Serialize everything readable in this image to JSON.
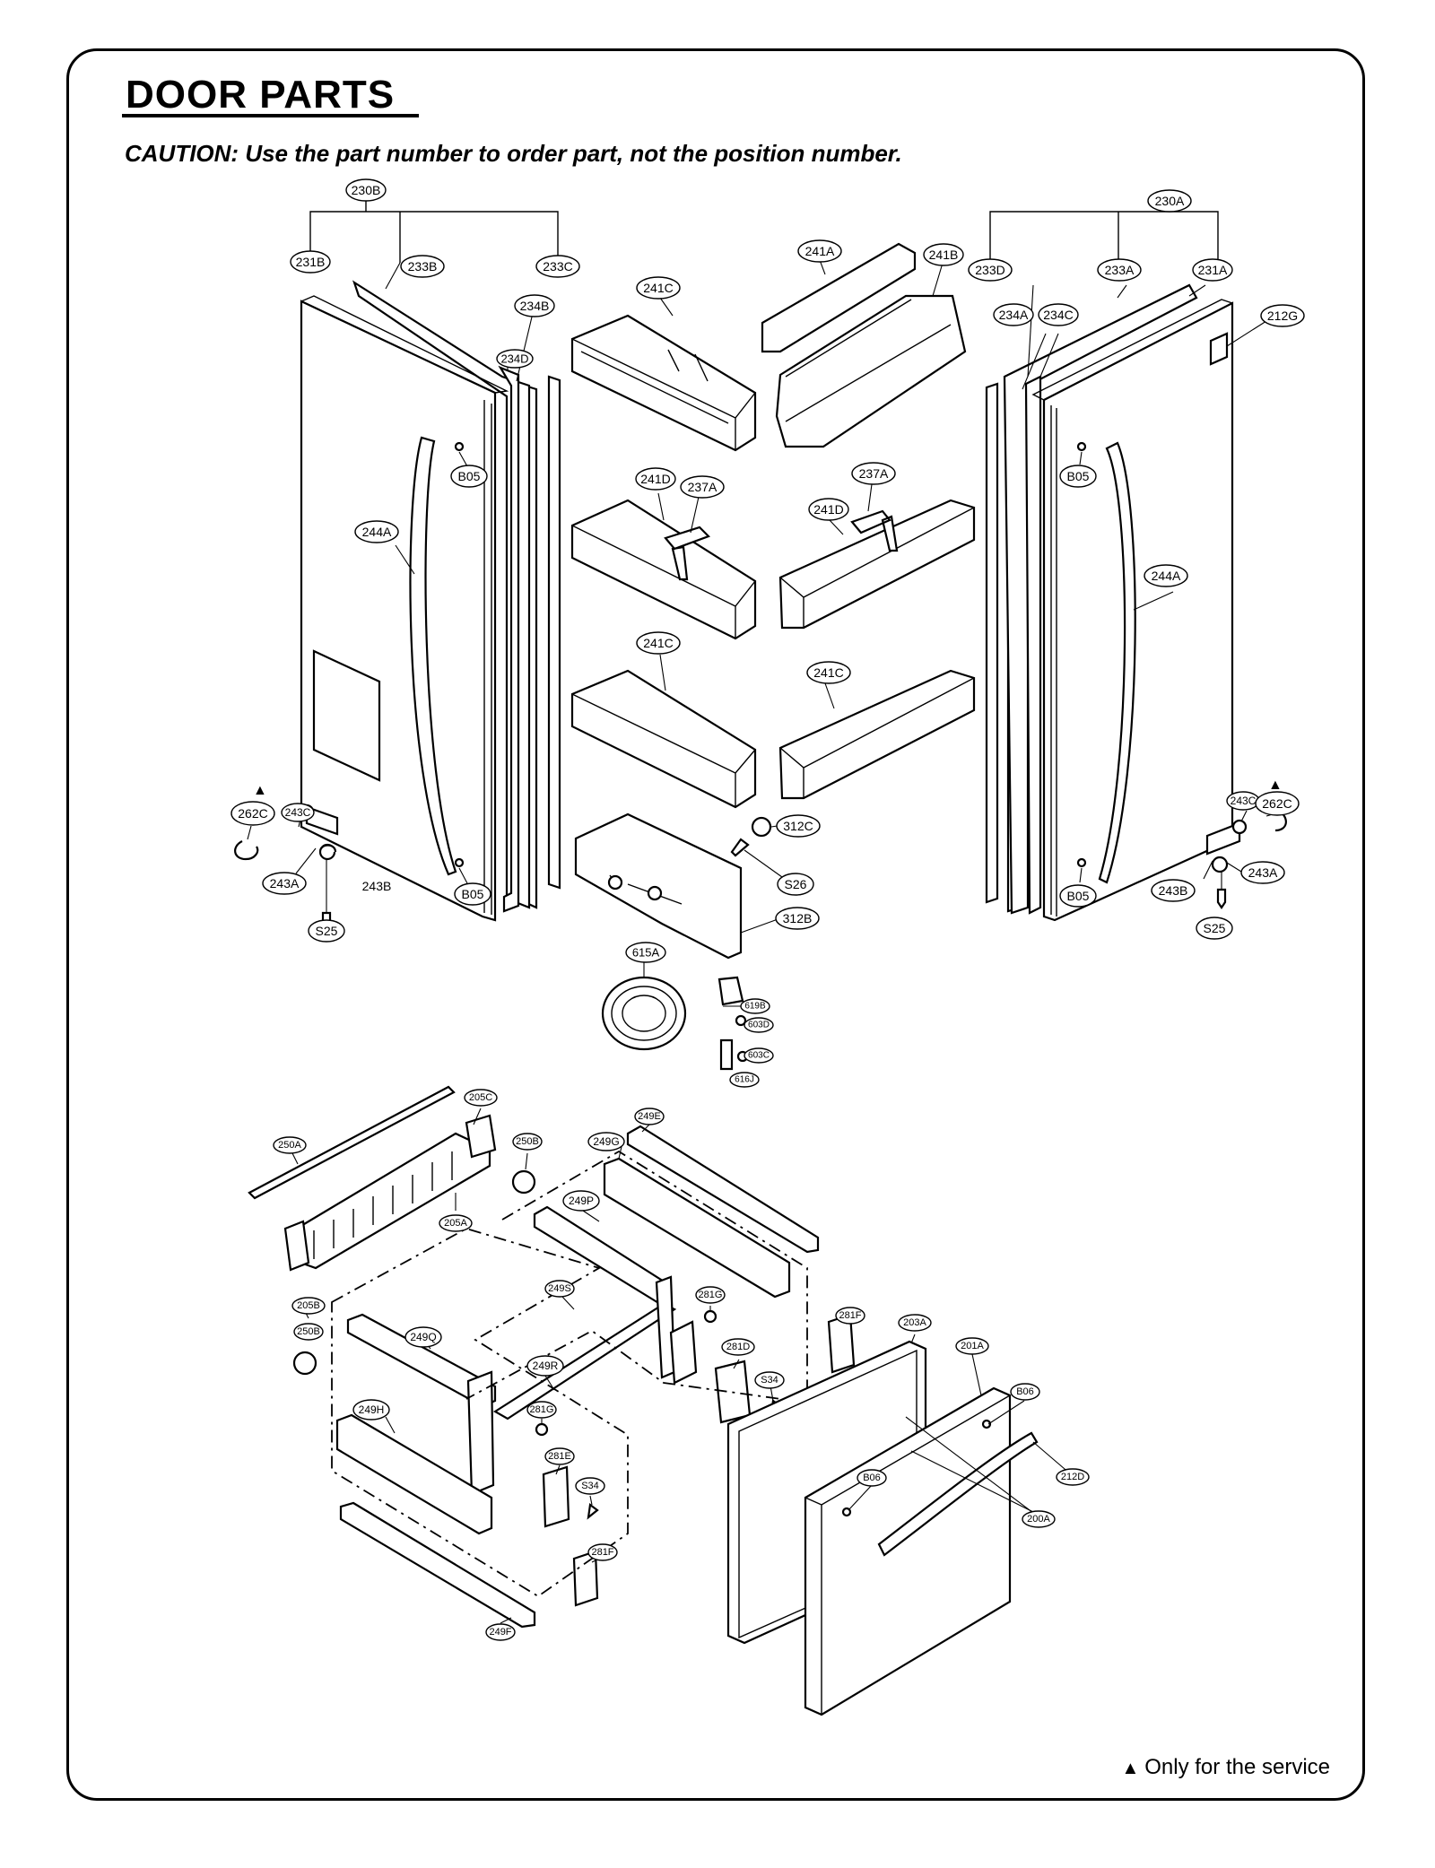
{
  "page": {
    "title": "DOOR PARTS",
    "caution": "CAUTION: Use the part number to order part, not the position number.",
    "footnote": "Only for the service",
    "footnote_symbol": "▲"
  },
  "callouts": {
    "c230B": "230B",
    "c231B": "231B",
    "c233B": "233B",
    "c233C": "233C",
    "c234B": "234B",
    "c234D": "234D",
    "cB05a": "B05",
    "c244Aa": "244A",
    "c262Ca": "262C",
    "c243Ca": "243C",
    "c243Aa": "243A",
    "c243Ba": "243B",
    "cS25a": "S25",
    "cB05b": "B05",
    "c241C1": "241C",
    "c241A": "241A",
    "c241B": "241B",
    "c241D1": "241D",
    "c237A1": "237A",
    "c237A2": "237A",
    "c241D2": "241D",
    "c241C2": "241C",
    "c241C3": "241C",
    "c312C": "312C",
    "cS26": "S26",
    "c312B": "312B",
    "c615A": "615A",
    "c619B": "619B",
    "c603D": "603D",
    "c603C": "603C",
    "c616J": "616J",
    "c230A": "230A",
    "c233D": "233D",
    "c233A": "233A",
    "c231A": "231A",
    "c234A": "234A",
    "c234C": "234C",
    "c212G": "212G",
    "cB05c": "B05",
    "c244Ab": "244A",
    "c243Cb": "243C",
    "c262Cb": "262C",
    "c243Ab": "243A",
    "c243Bb": "243B",
    "cS25b": "S25",
    "cB05d": "B05",
    "c205C": "205C",
    "c250A": "250A",
    "c250B1": "250B",
    "c205A": "205A",
    "c205B": "205B",
    "c250B2": "250B",
    "c249E": "249E",
    "c249G": "249G",
    "c249P": "249P",
    "c249S": "249S",
    "c281G1": "281G",
    "c249Q": "249Q",
    "c249R": "249R",
    "c281D": "281D",
    "cS34a": "S34",
    "c281G2": "281G",
    "c249H": "249H",
    "c281E": "281E",
    "cS34b": "S34",
    "c281F1": "281F",
    "c281F2": "281F",
    "c249F": "249F",
    "c203A": "203A",
    "c201A": "201A",
    "cB06a": "B06",
    "cB06b": "B06",
    "c212D": "212D",
    "c200A": "200A"
  }
}
